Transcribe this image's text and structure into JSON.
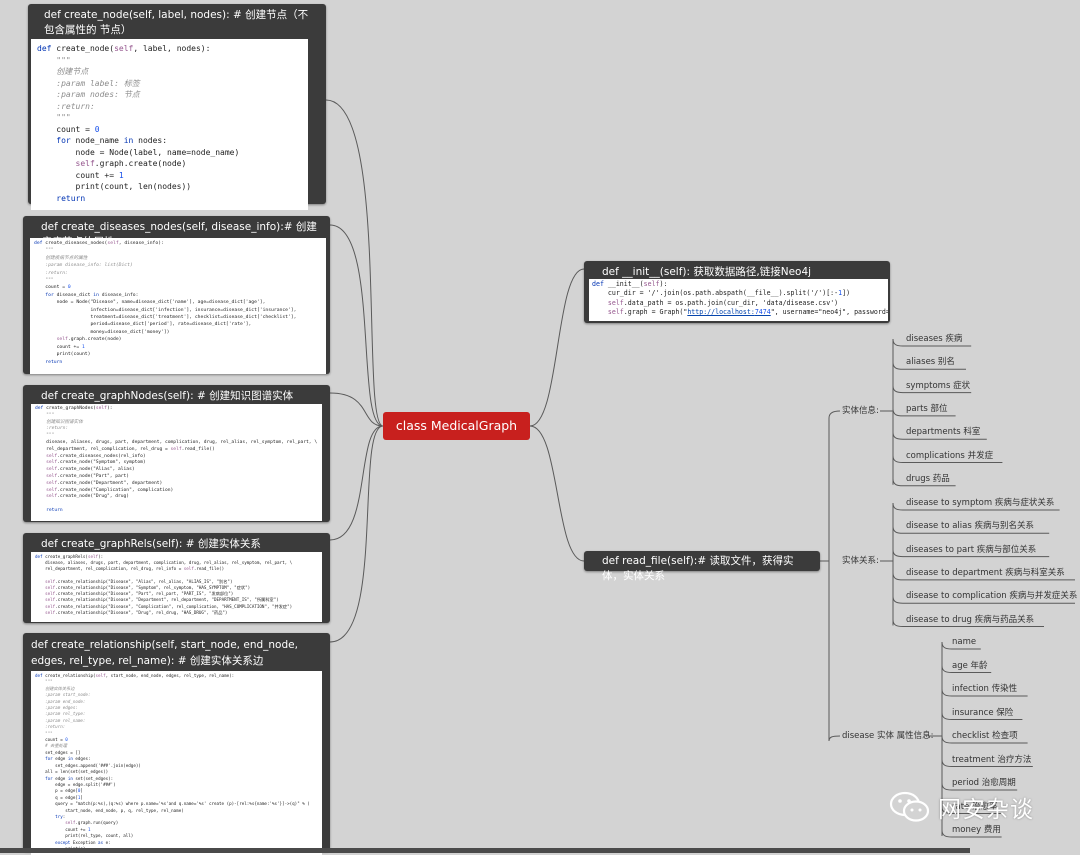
{
  "center": {
    "label": "class MedicalGraph"
  },
  "cards": {
    "create_node": {
      "title": "def create_node(self, label, nodes): # 创建节点（不包含属性的 节点）",
      "code": [
        "def create_node(self, label, nodes):",
        "    \"\"\"",
        "    创建节点",
        "    :param label: 标签",
        "    :param nodes: 节点",
        "    :return:",
        "    \"\"\"",
        "    count = 0",
        "    for node_name in nodes:",
        "        node = Node(label, name=node_name)",
        "        self.graph.create(node)",
        "        count += 1",
        "        print(count, len(nodes))",
        "    return"
      ]
    },
    "create_diseases_nodes": {
      "title": "def create_diseases_nodes(self, disease_info):# 创建疾病节点的属性",
      "code": [
        "def create_diseases_nodes(self, disease_info):",
        "    \"\"\"",
        "    创建疾病节点的属性",
        "    :param disease_info: list(Dict)",
        "    :return:",
        "    \"\"\"",
        "    count = 0",
        "    for disease_dict in disease_info:",
        "        node = Node(\"Disease\", name=disease_dict['name'], age=disease_dict['age'],",
        "                    infection=disease_dict['infection'], insurance=disease_dict['insurance'],",
        "                    treatment=disease_dict['treatment'], checklist=disease_dict['checklist'],",
        "                    period=disease_dict['period'], rate=disease_dict['rate'],",
        "                    money=disease_dict['money'])",
        "        self.graph.create(node)",
        "        count += 1",
        "        print(count)",
        "    return"
      ]
    },
    "create_graphNodes": {
      "title": "def create_graphNodes(self): # 创建知识图谱实体",
      "code": [
        "def create_graphNodes(self):",
        "    \"\"\"",
        "    创建知识图谱实体",
        "    :return:",
        "    \"\"\"",
        "    disease, aliases, drugs, part, department, complication, drug, rel_alias, rel_symptom, rel_part, \\",
        "    rel_department, rel_complication, rel_drug = self.read_file()",
        "    self.create_diseases_nodes(rel_info)",
        "    self.create_node(\"Symptom\", symptom)",
        "    self.create_node(\"Alias\", alias)",
        "    self.create_node(\"Part\", part)",
        "    self.create_node(\"Department\", department)",
        "    self.create_node(\"Complication\", complication)",
        "    self.create_node(\"Drug\", drug)",
        "",
        "    return"
      ]
    },
    "create_graphRels": {
      "title": "def create_graphRels(self): # 创建实体关系",
      "code": [
        "def create_graphRels(self):",
        "    disease, aliases, drugs, part, department, complication, drug, rel_alias, rel_symptom, rel_part, \\",
        "    rel_department, rel_complication, rel_drug, rel_info = self.read_file()",
        "",
        "    self.create_relationship(\"Disease\", \"Alias\", rel_alias, \"ALIAS_IS\", \"别名\")",
        "    self.create_relationship(\"Disease\", \"Symptom\", rel_symptom, \"HAS_SYMPTOM\", \"症状\")",
        "    self.create_relationship(\"Disease\", \"Part\", rel_part, \"PART_IS\", \"发病部位\")",
        "    self.create_relationship(\"Disease\", \"Department\", rel_department, \"DEPARTMENT_IS\", \"所属科室\")",
        "    self.create_relationship(\"Disease\", \"Complication\", rel_complication, \"HAS_COMPLICATION\", \"并发症\")",
        "    self.create_relationship(\"Disease\", \"Drug\", rel_drug, \"HAS_DRUG\", \"药品\")"
      ]
    },
    "create_relationship": {
      "title": "def create_relationship(self, start_node, end_node, edges, rel_type, rel_name): # 创建实体关系边",
      "code": [
        "def create_relationship(self, start_node, end_node, edges, rel_type, rel_name):",
        "    \"\"\"",
        "    创建实体关系边",
        "    :param start_node:",
        "    :param end_node:",
        "    :param edges:",
        "    :param rel_type:",
        "    :param rel_name:",
        "    :return:",
        "    \"\"\"",
        "    count = 0",
        "    # 去重处理",
        "    set_edges = []",
        "    for edge in edges:",
        "        set_edges.append('###'.join(edge))",
        "    all = len(set(set_edges))",
        "    for edge in set(set_edges):",
        "        edge = edge.split('###')",
        "        p = edge[0]",
        "        q = edge[1]",
        "        query = \"match(p:%s),(q:%s) where p.name='%s'and q.name='%s' create (p)-[rel:%s{name:'%s'}]->(q)\" % (",
        "            start_node, end_node, p, q, rel_type, rel_name)",
        "        try:",
        "            self.graph.run(query)",
        "            count += 1",
        "            print(rel_type, count, all)",
        "        except Exception as e:",
        "            print(e)"
      ]
    },
    "init": {
      "title": "def __init__(self): 获取数据路径,链接Neo4j",
      "code": [
        "def __init__(self):",
        "    cur_dir = '/'.join(os.path.abspath(__file__).split('/')[:-1])",
        "    self.data_path = os.path.join(cur_dir, 'data/disease.csv')",
        "    self.graph = Graph(\"http://localhost:7474\", username=\"neo4j\", password="
      ]
    },
    "read_file": {
      "title": "def read_file(self):# 读取文件，获得实体，实体关系"
    }
  },
  "groups": {
    "entity": {
      "label": "实体信息:",
      "items": [
        "diseases 疾病",
        "aliases 别名",
        "symptoms 症状",
        "parts 部位",
        "departments 科室",
        "complications 并发症",
        "drugs 药品"
      ]
    },
    "relation": {
      "label": "实体关系:",
      "items": [
        "disease  to  symptom 疾病与症状关系",
        "disease  to  alias 疾病与别名关系",
        "diseases  to  part 疾病与部位关系",
        "disease  to  department 疾病与科室关系",
        "disease  to  complication 疾病与并发症关系",
        "disease  to  drug 疾病与药品关系"
      ]
    },
    "attr": {
      "label": "disease 实体 属性信息:",
      "items": [
        "name",
        "age 年龄",
        "infection 传染性",
        "insurance 保险",
        "checklist 检查项",
        "treatment 治疗方法",
        "period 治愈周期",
        "rate 治愈率",
        "money 费用"
      ]
    }
  },
  "watermark": {
    "text": "网安杂谈",
    "icon": "wechat-icon"
  },
  "colors": {
    "center": "#c8201e",
    "card": "#3b3b3b",
    "background": "#d3d3d3",
    "line": "#555555"
  }
}
